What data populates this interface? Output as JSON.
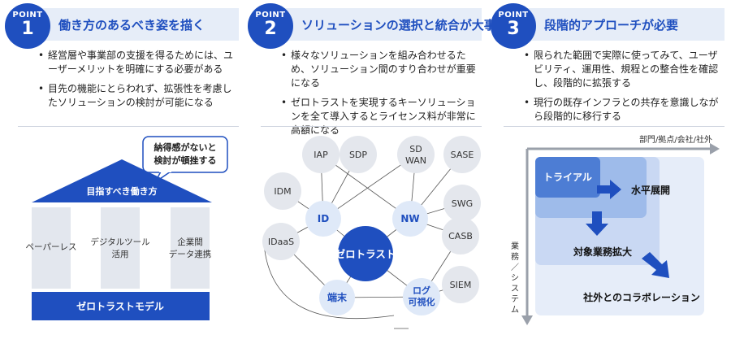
{
  "points": [
    {
      "badge_label": "POINT",
      "number": "1",
      "title": "働き方のあるべき姿を描く",
      "bullets": [
        "経営層や事業部の支援を得るためには、ユーザーメリットを明確にする必要がある",
        "目先の機能にとらわれず、拡張性を考慮したソリューションの検討が可能になる"
      ]
    },
    {
      "badge_label": "POINT",
      "number": "2",
      "title": "ソリューションの選択と統合が大事",
      "bullets": [
        "様々なソリューションを組み合わせるため、ソリューション間のすり合わせが重要になる",
        "ゼロトラストを実現するキーソリューションを全て導入するとライセンス料が非常に高額になる"
      ]
    },
    {
      "badge_label": "POINT",
      "number": "3",
      "title": "段階的アプローチが必要",
      "bullets": [
        "限られた範囲で実際に使ってみて、ユーザビリティ、運用性、規程との整合性を確認し、段階的に拡張する",
        "現行の既存インフラとの共存を意識しながら段階的に移行する"
      ]
    }
  ],
  "house": {
    "callout": [
      "納得感がないと",
      "検討が頓挫する"
    ],
    "roof_label": "目指すべき働き方",
    "pillars": [
      [
        "ペーパーレス"
      ],
      [
        "デジタルツール",
        "活用"
      ],
      [
        "企業間",
        "データ連携"
      ]
    ],
    "base_label": "ゼロトラストモデル"
  },
  "network": {
    "center": "ゼロトラスト",
    "hubs": {
      "id": "ID",
      "nw": "NW",
      "device": "端末",
      "log": [
        "ログ",
        "可視化"
      ]
    },
    "satellites": {
      "iap": "IAP",
      "sdp": "SDP",
      "sdwan": [
        "SD",
        "WAN"
      ],
      "sase": "SASE",
      "idm": "IDM",
      "swg": "SWG",
      "idaas": "IDaaS",
      "casb": "CASB",
      "siem": "SIEM"
    }
  },
  "steps": {
    "x_axis": "部門/拠点/会社/社外",
    "y_axis": [
      "業",
      "務",
      "／",
      "シ",
      "ス",
      "テ",
      "ム"
    ],
    "trial": "トライアル",
    "horizontal": "水平展開",
    "expand": "対象業務拡大",
    "collab": "社外とのコラボレーション"
  },
  "colors": {
    "primary": "#1f4fbf",
    "title_bg": "#e6edf8",
    "pillar": "#e3e7ee",
    "node_grey": "#e4e7ed",
    "node_hub": "#dfe9f8"
  }
}
